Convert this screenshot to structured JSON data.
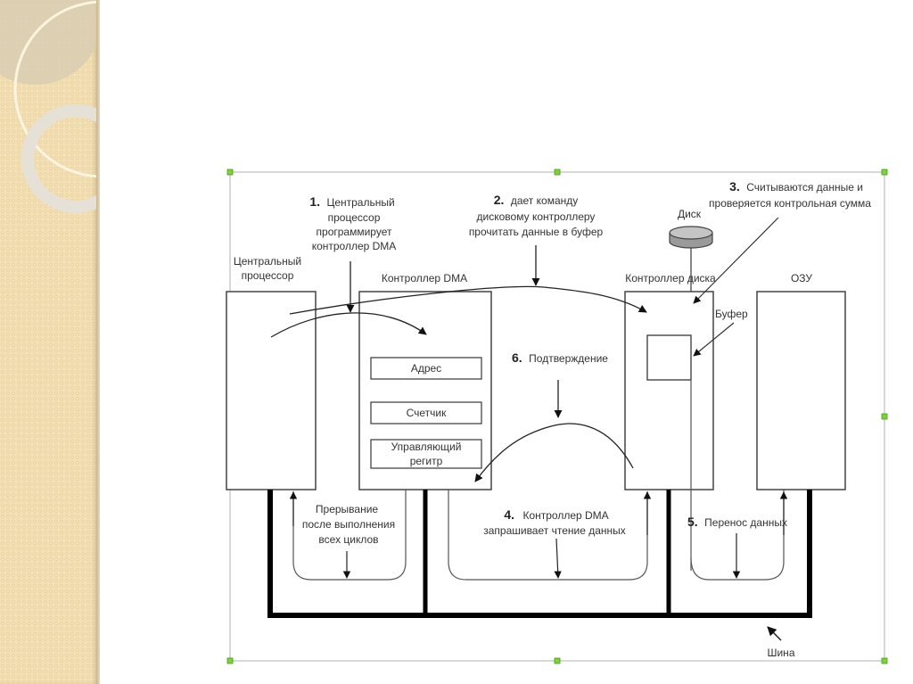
{
  "slide": {
    "diagram_title": "DMA data transfer scheme",
    "components": {
      "cpu": {
        "label_line1": "Центральный",
        "label_line2": "процессор"
      },
      "dma": {
        "label": "Контроллер DMA",
        "registers": [
          {
            "label": "Адрес"
          },
          {
            "label": "Счетчик"
          },
          {
            "label_line1": "Управляющий",
            "label_line2": "регитр"
          }
        ]
      },
      "disk": {
        "label": "Диск"
      },
      "disk_controller": {
        "label": "Контроллер диска",
        "buffer_label": "Буфер"
      },
      "ram": {
        "label": "ОЗУ"
      },
      "bus": {
        "label": "Шина"
      }
    },
    "steps": [
      {
        "num": "1.",
        "lines": [
          "Центральный",
          "процессор",
          "программирует",
          "контроллер DMA"
        ]
      },
      {
        "num": "2.",
        "lines": [
          "дает команду",
          "дисковому контроллеру",
          "прочитать данные в буфер"
        ]
      },
      {
        "num": "3.",
        "lines": [
          "Считываются данные и",
          "проверяется контрольная сумма"
        ]
      },
      {
        "num": "4.",
        "lines": [
          "Контроллер DMA",
          "запрашивает чтение данных"
        ]
      },
      {
        "num": "5.",
        "lines": [
          "Перенос данных"
        ]
      },
      {
        "num": "6.",
        "lines": [
          "Подтверждение"
        ]
      }
    ],
    "interrupt_note": [
      "Прерывание",
      "после выполнения",
      "всех циклов"
    ],
    "colors": {
      "sidebar": "#f3e0b4",
      "line": "#333333",
      "bus": "#000000",
      "selection_handle": "#7dd33a",
      "selection_frame": "#b0b0b0"
    }
  }
}
